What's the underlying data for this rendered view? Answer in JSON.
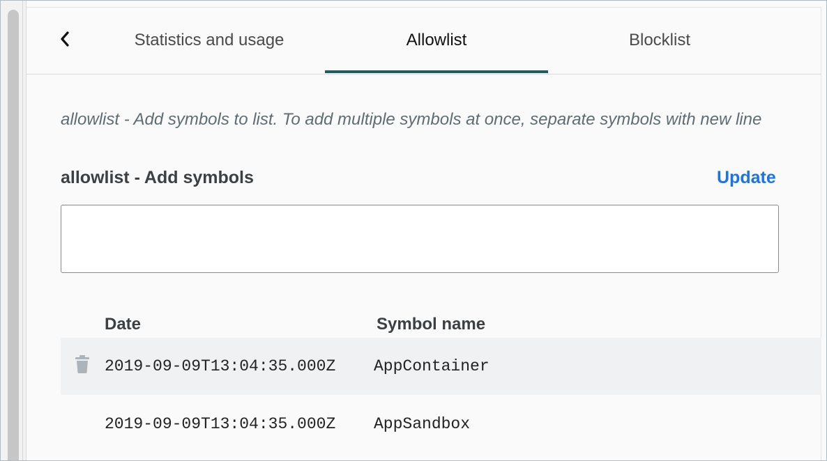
{
  "tabs": {
    "statistics": "Statistics and usage",
    "allowlist": "Allowlist",
    "blocklist": "Blocklist"
  },
  "description": "allowlist - Add symbols to list. To add multiple symbols at once, separate symbols with new line",
  "section": {
    "title": "allowlist - Add symbols",
    "update_label": "Update",
    "input_value": ""
  },
  "table": {
    "headers": {
      "date": "Date",
      "symbol": "Symbol name"
    },
    "rows": [
      {
        "date": "2019-09-09T13:04:35.000Z",
        "symbol": "AppContainer"
      },
      {
        "date": "2019-09-09T13:04:35.000Z",
        "symbol": "AppSandbox"
      }
    ]
  },
  "icons": {
    "back": "chevron-left-icon",
    "delete": "trash-icon"
  },
  "colors": {
    "accent": "#1f5c66",
    "link": "#1a73e8"
  }
}
